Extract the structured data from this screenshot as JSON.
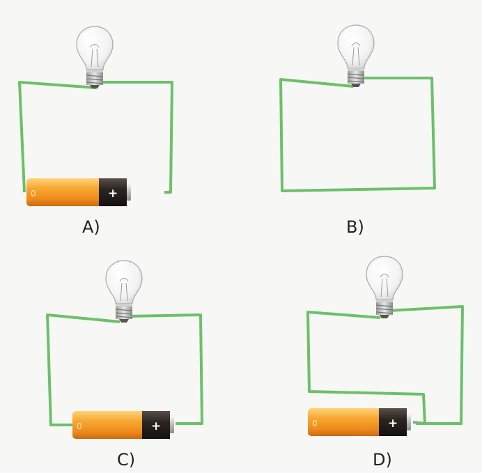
{
  "labels": {
    "a": "A)",
    "b": "B)",
    "c": "C)",
    "d": "D)"
  },
  "battery": {
    "plus_sign": "+",
    "minus_mark": "0"
  },
  "colors": {
    "wire": "#6cc06a",
    "battery_body": "#f29b2a",
    "battery_cap": "#2b2522",
    "background": "#f7f7f5"
  }
}
